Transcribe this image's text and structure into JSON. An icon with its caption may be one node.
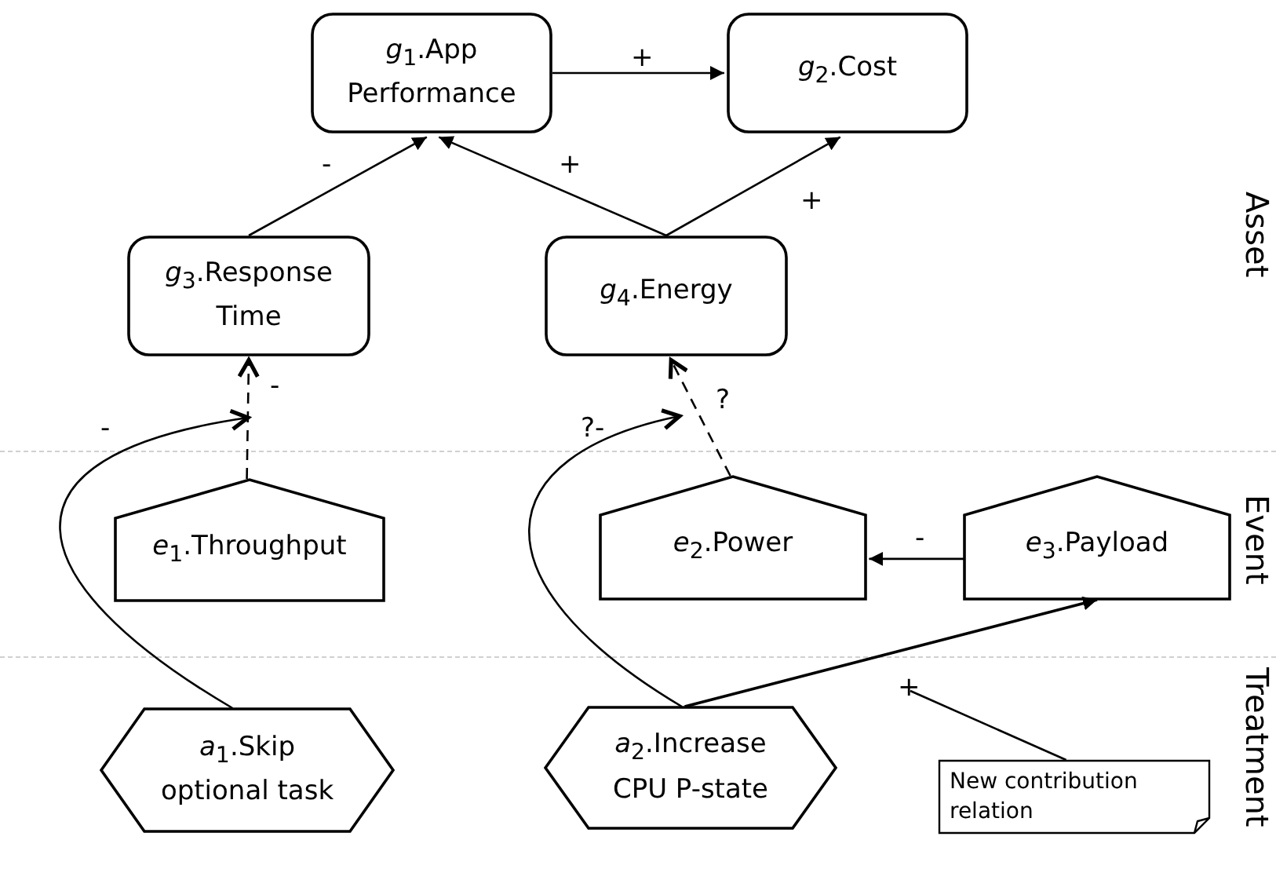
{
  "diagram": {
    "nodes": [
      {
        "text": [
          "*g*$_{1}$.App Performance"
        ]
      },
      {
        "text": [
          "*g*$_{2}$.Cost"
        ]
      },
      {
        "text": [
          "*g*$_{3}$.Response Time"
        ]
      },
      {
        "text": [
          "*g*$_{4}$.Energy"
        ]
      },
      {
        "text": [
          "*e*$_{1}$.Throughput"
        ]
      },
      {
        "text": [
          "*e*$_{2}$.Power"
        ]
      },
      {
        "text": [
          "*e*$_{3}$.Payload"
        ]
      },
      {
        "text": [
          "*a*$_{1}$.Skip optional task"
        ]
      },
      {
        "text": [
          "*a*$_{2}$.Increase CPU P-state"
        ]
      },
      {
        "text": [
          "New contribution relation"
        ]
      },
      {
        "text": [
          "+"
        ]
      }
    ],
    "edges": [
      {
        "from": 0,
        "to": 1,
        "arrow": "to",
        "label": "+"
      },
      {
        "from": 2,
        "to": 0,
        "arrow": "to",
        "label": "-"
      },
      {
        "from": 3,
        "to": 0,
        "arrow": "to",
        "label": "+"
      },
      {
        "from": 3,
        "to": 1,
        "arrow": "to",
        "label": "+"
      },
      {
        "from": 4,
        "to": 2,
        "arrow": "to",
        "label": "-",
        "style": "dashed"
      },
      {
        "from": 5,
        "to": 3,
        "arrow": "to",
        "label": "?",
        "style": "dashed"
      },
      {
        "from": 6,
        "to": 5,
        "arrow": "to",
        "label": "-"
      },
      {
        "from": 8,
        "to": 6,
        "arrow": "to"
      },
      {
        "from": 7,
        "to": null,
        "arrow": "to",
        "label": "-"
      },
      {
        "from": 8,
        "to": null,
        "arrow": "to",
        "label": "?-"
      },
      {
        "from": 9,
        "to": 10,
        "arrow": "none"
      }
    ],
    "labels": [
      "Asset",
      "Event",
      "Treatment"
    ]
  }
}
